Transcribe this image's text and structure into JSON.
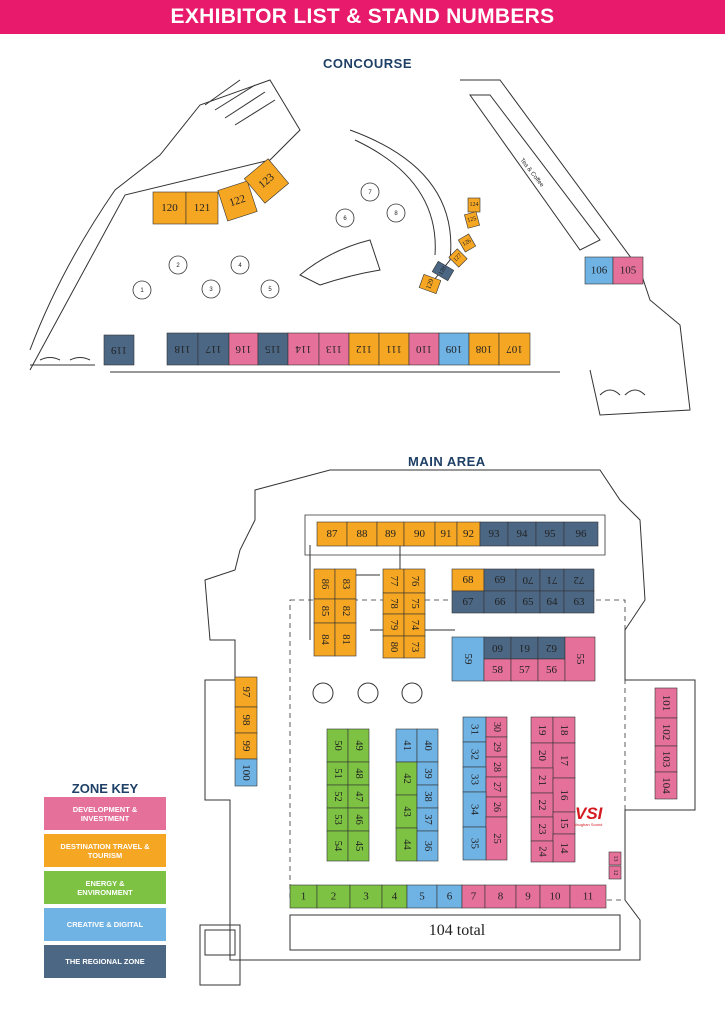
{
  "title": "EXHIBITOR LIST & STAND NUMBERS",
  "concourse_label": "CONCOURSE",
  "main_area_label": "MAIN AREA",
  "zone_key": {
    "title": "ZONE KEY",
    "items": [
      {
        "label": "DEVELOPMENT & INVESTMENT",
        "color": "#E5719A"
      },
      {
        "label": "DESTINATION TRAVEL & TOURISM",
        "color": "#F5A623"
      },
      {
        "label": "ENERGY & ENVIRONMENT",
        "color": "#7DC243"
      },
      {
        "label": "CREATIVE & DIGITAL",
        "color": "#6FB2E4"
      },
      {
        "label": "THE REGIONAL ZONE",
        "color": "#4B6784"
      }
    ]
  },
  "total_label": "104 total",
  "sponsor_logo": {
    "text": "VSI",
    "subtext": "Vaughan Sound"
  },
  "cafe_label": "Tea & Coffee",
  "table_numbers": [
    "1",
    "2",
    "3",
    "4",
    "5",
    "6",
    "7",
    "8"
  ],
  "stands": [
    {
      "n": "120",
      "z": 1
    },
    {
      "n": "121",
      "z": 1
    },
    {
      "n": "122",
      "z": 1
    },
    {
      "n": "123",
      "z": 1
    },
    {
      "n": "124",
      "z": 1
    },
    {
      "n": "125",
      "z": 1
    },
    {
      "n": "126",
      "z": 1
    },
    {
      "n": "127",
      "z": 1
    },
    {
      "n": "128",
      "z": 4
    },
    {
      "n": "129",
      "z": 1
    },
    {
      "n": "106",
      "z": 3
    },
    {
      "n": "105",
      "z": 0
    },
    {
      "n": "119",
      "z": 4
    },
    {
      "n": "118",
      "z": 4
    },
    {
      "n": "117",
      "z": 4
    },
    {
      "n": "116",
      "z": 0
    },
    {
      "n": "115",
      "z": 4
    },
    {
      "n": "114",
      "z": 0
    },
    {
      "n": "113",
      "z": 0
    },
    {
      "n": "112",
      "z": 1
    },
    {
      "n": "111",
      "z": 1
    },
    {
      "n": "110",
      "z": 0
    },
    {
      "n": "109",
      "z": 3
    },
    {
      "n": "108",
      "z": 1
    },
    {
      "n": "107",
      "z": 1
    },
    {
      "n": "87",
      "z": 1
    },
    {
      "n": "88",
      "z": 1
    },
    {
      "n": "89",
      "z": 1
    },
    {
      "n": "90",
      "z": 1
    },
    {
      "n": "91",
      "z": 1
    },
    {
      "n": "92",
      "z": 1
    },
    {
      "n": "93",
      "z": 4
    },
    {
      "n": "94",
      "z": 4
    },
    {
      "n": "95",
      "z": 4
    },
    {
      "n": "96",
      "z": 4
    },
    {
      "n": "86",
      "z": 1
    },
    {
      "n": "83",
      "z": 1
    },
    {
      "n": "85",
      "z": 1
    },
    {
      "n": "82",
      "z": 1
    },
    {
      "n": "84",
      "z": 1
    },
    {
      "n": "81",
      "z": 1
    },
    {
      "n": "77",
      "z": 1
    },
    {
      "n": "76",
      "z": 1
    },
    {
      "n": "78",
      "z": 1
    },
    {
      "n": "75",
      "z": 1
    },
    {
      "n": "79",
      "z": 1
    },
    {
      "n": "74",
      "z": 1
    },
    {
      "n": "80",
      "z": 1
    },
    {
      "n": "73",
      "z": 1
    },
    {
      "n": "68",
      "z": 1
    },
    {
      "n": "69",
      "z": 4
    },
    {
      "n": "70",
      "z": 4
    },
    {
      "n": "71",
      "z": 4
    },
    {
      "n": "72",
      "z": 4
    },
    {
      "n": "67",
      "z": 4
    },
    {
      "n": "66",
      "z": 4
    },
    {
      "n": "65",
      "z": 4
    },
    {
      "n": "64",
      "z": 4
    },
    {
      "n": "63",
      "z": 4
    },
    {
      "n": "59",
      "z": 3
    },
    {
      "n": "60",
      "z": 4
    },
    {
      "n": "61",
      "z": 4
    },
    {
      "n": "62",
      "z": 4
    },
    {
      "n": "58",
      "z": 0
    },
    {
      "n": "57",
      "z": 0
    },
    {
      "n": "56",
      "z": 0
    },
    {
      "n": "55",
      "z": 0
    },
    {
      "n": "97",
      "z": 1
    },
    {
      "n": "98",
      "z": 1
    },
    {
      "n": "99",
      "z": 1
    },
    {
      "n": "100",
      "z": 3
    },
    {
      "n": "101",
      "z": 0
    },
    {
      "n": "102",
      "z": 0
    },
    {
      "n": "103",
      "z": 0
    },
    {
      "n": "104",
      "z": 0
    },
    {
      "n": "50",
      "z": 2
    },
    {
      "n": "49",
      "z": 2
    },
    {
      "n": "51",
      "z": 2
    },
    {
      "n": "48",
      "z": 2
    },
    {
      "n": "52",
      "z": 2
    },
    {
      "n": "47",
      "z": 2
    },
    {
      "n": "53",
      "z": 2
    },
    {
      "n": "46",
      "z": 2
    },
    {
      "n": "54",
      "z": 2
    },
    {
      "n": "45",
      "z": 2
    },
    {
      "n": "41",
      "z": 3
    },
    {
      "n": "40",
      "z": 3
    },
    {
      "n": "42",
      "z": 2
    },
    {
      "n": "39",
      "z": 3
    },
    {
      "n": "43",
      "z": 2
    },
    {
      "n": "38",
      "z": 3
    },
    {
      "n": "37",
      "z": 3
    },
    {
      "n": "44",
      "z": 2
    },
    {
      "n": "36",
      "z": 3
    },
    {
      "n": "31",
      "z": 3
    },
    {
      "n": "30",
      "z": 0
    },
    {
      "n": "32",
      "z": 3
    },
    {
      "n": "29",
      "z": 0
    },
    {
      "n": "28",
      "z": 0
    },
    {
      "n": "33",
      "z": 3
    },
    {
      "n": "27",
      "z": 0
    },
    {
      "n": "26",
      "z": 0
    },
    {
      "n": "34",
      "z": 3
    },
    {
      "n": "25",
      "z": 0
    },
    {
      "n": "35",
      "z": 3
    },
    {
      "n": "19",
      "z": 0
    },
    {
      "n": "18",
      "z": 0
    },
    {
      "n": "20",
      "z": 0
    },
    {
      "n": "17",
      "z": 0
    },
    {
      "n": "21",
      "z": 0
    },
    {
      "n": "16",
      "z": 0
    },
    {
      "n": "22",
      "z": 0
    },
    {
      "n": "15",
      "z": 0
    },
    {
      "n": "23",
      "z": 0
    },
    {
      "n": "14",
      "z": 0
    },
    {
      "n": "24",
      "z": 0
    },
    {
      "n": "13",
      "z": 0
    },
    {
      "n": "12",
      "z": 0
    },
    {
      "n": "1",
      "z": 2
    },
    {
      "n": "2",
      "z": 2
    },
    {
      "n": "3",
      "z": 2
    },
    {
      "n": "4",
      "z": 2
    },
    {
      "n": "5",
      "z": 3
    },
    {
      "n": "6",
      "z": 3
    },
    {
      "n": "7",
      "z": 0
    },
    {
      "n": "8",
      "z": 0
    },
    {
      "n": "9",
      "z": 0
    },
    {
      "n": "10",
      "z": 0
    },
    {
      "n": "11",
      "z": 0
    }
  ]
}
